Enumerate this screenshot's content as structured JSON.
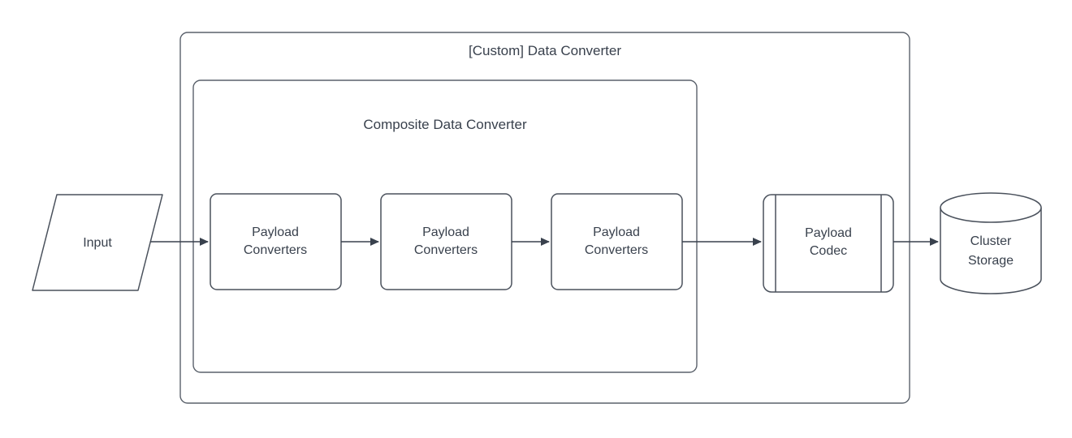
{
  "diagram": {
    "outer_container": {
      "title": "[Custom] Data Converter"
    },
    "inner_container": {
      "title": "Composite Data Converter"
    },
    "input_node": {
      "label": "Input"
    },
    "converter_nodes": [
      {
        "line1": "Payload",
        "line2": "Converters"
      },
      {
        "line1": "Payload",
        "line2": "Converters"
      },
      {
        "line1": "Payload",
        "line2": "Converters"
      }
    ],
    "codec_node": {
      "line1": "Payload",
      "line2": "Codec"
    },
    "storage_node": {
      "line1": "Cluster",
      "line2": "Storage"
    },
    "colors": {
      "background": "#ffffff",
      "shape_stroke": "#4a515c",
      "container_stroke": "#5a616b",
      "arrow": "#39414d",
      "text": "#39414d"
    }
  }
}
